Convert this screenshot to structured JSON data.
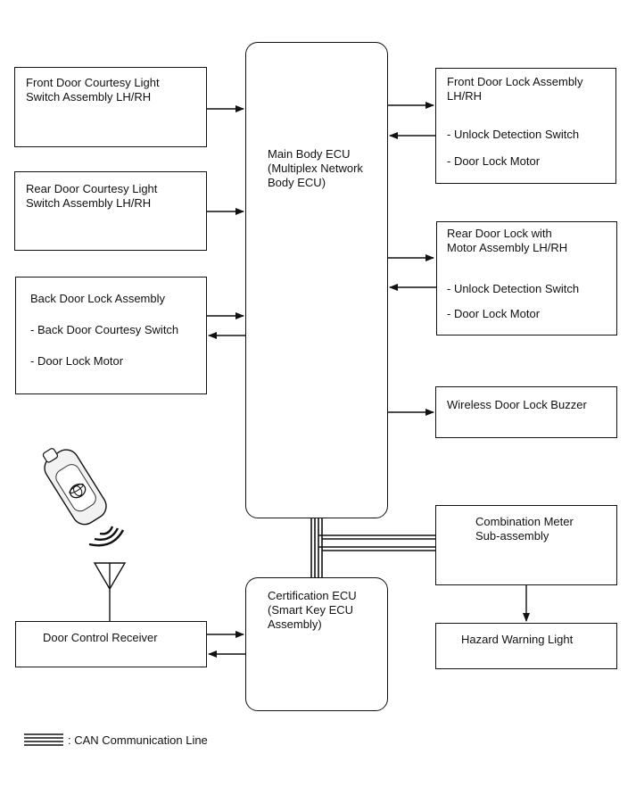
{
  "components": {
    "front_courtesy": {
      "title": "Front Door Courtesy Light\nSwitch Assembly LH/RH"
    },
    "rear_courtesy": {
      "title": "Rear Door Courtesy Light\nSwitch Assembly LH/RH"
    },
    "back_door": {
      "title": "Back Door Lock Assembly",
      "items": [
        "- Back Door Courtesy Switch",
        "- Door Lock Motor"
      ]
    },
    "main_ecu": {
      "title": "Main Body ECU\n(Multiplex Network\nBody ECU)"
    },
    "front_lock": {
      "title": "Front Door Lock Assembly\nLH/RH",
      "items": [
        "- Unlock Detection Switch",
        "- Door Lock Motor"
      ]
    },
    "rear_lock": {
      "title": "Rear Door Lock with\nMotor Assembly LH/RH",
      "items": [
        "- Unlock Detection Switch",
        "- Door Lock Motor"
      ]
    },
    "buzzer": {
      "title": "Wireless Door Lock Buzzer"
    },
    "combo_meter": {
      "title": "Combination Meter\nSub-assembly"
    },
    "hazard": {
      "title": "Hazard Warning Light"
    },
    "cert_ecu": {
      "title": "Certification ECU\n(Smart Key ECU\nAssembly)"
    },
    "door_receiver": {
      "title": "Door Control Receiver"
    }
  },
  "icons": {
    "key_fob": "smart-key-fob-icon",
    "signal_waves": "radio-waves-icon",
    "antenna": "antenna-icon"
  },
  "legend": {
    "can_label": ": CAN Communication Line"
  }
}
